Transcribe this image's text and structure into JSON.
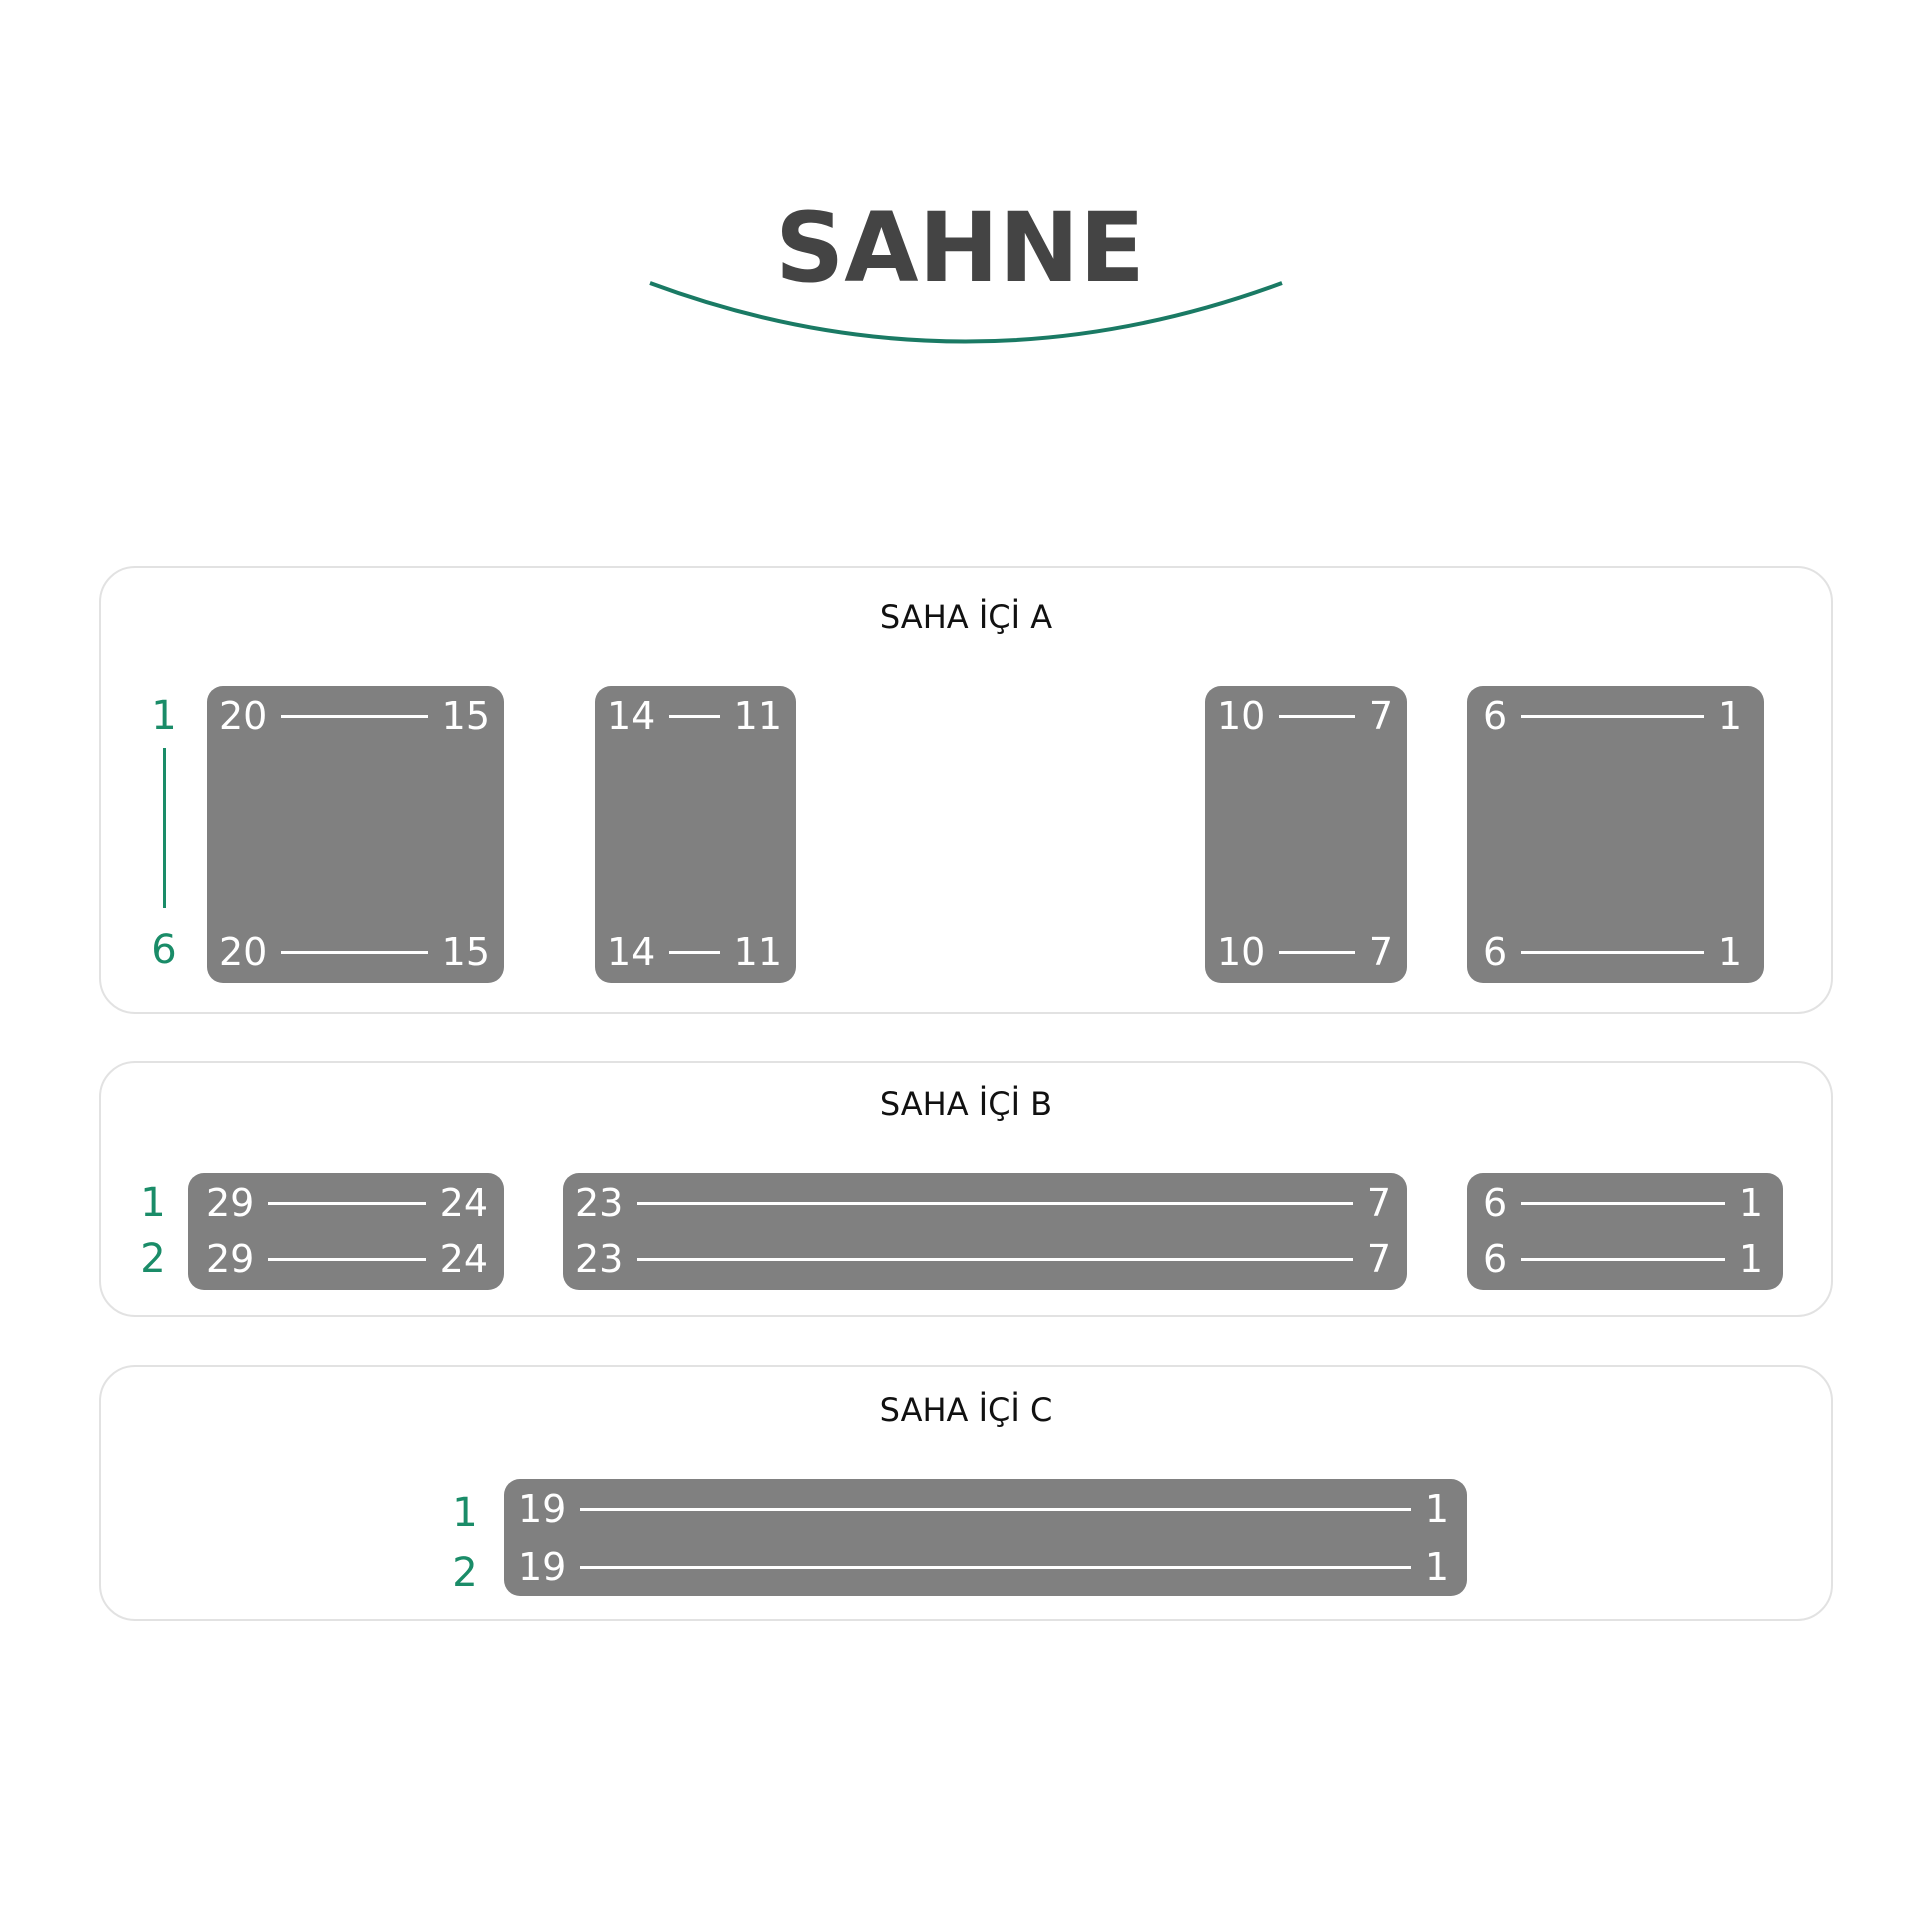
{
  "stage": {
    "title": "SAHNE"
  },
  "sections": [
    {
      "title": "SAHA İÇİ A",
      "row_labels": [
        "1",
        "6"
      ],
      "blocks": [
        {
          "top": [
            "20",
            "15"
          ],
          "bottom": [
            "20",
            "15"
          ]
        },
        {
          "top": [
            "14",
            "11"
          ],
          "bottom": [
            "14",
            "11"
          ]
        },
        {
          "top": [
            "10",
            "7"
          ],
          "bottom": [
            "10",
            "7"
          ]
        },
        {
          "top": [
            "6",
            "1"
          ],
          "bottom": [
            "6",
            "1"
          ]
        }
      ]
    },
    {
      "title": "SAHA İÇİ B",
      "row_labels": [
        "1",
        "2"
      ],
      "blocks": [
        {
          "rows": [
            [
              "29",
              "24"
            ],
            [
              "29",
              "24"
            ]
          ]
        },
        {
          "rows": [
            [
              "23",
              "7"
            ],
            [
              "23",
              "7"
            ]
          ]
        },
        {
          "rows": [
            [
              "6",
              "1"
            ],
            [
              "6",
              "1"
            ]
          ]
        }
      ]
    },
    {
      "title": "SAHA İÇİ C",
      "row_labels": [
        "1",
        "2"
      ],
      "blocks": [
        {
          "rows": [
            [
              "19",
              "1"
            ],
            [
              "19",
              "1"
            ]
          ]
        }
      ]
    }
  ],
  "colors": {
    "accent": "#1a8c68",
    "block": "#808080",
    "title": "#444444"
  }
}
